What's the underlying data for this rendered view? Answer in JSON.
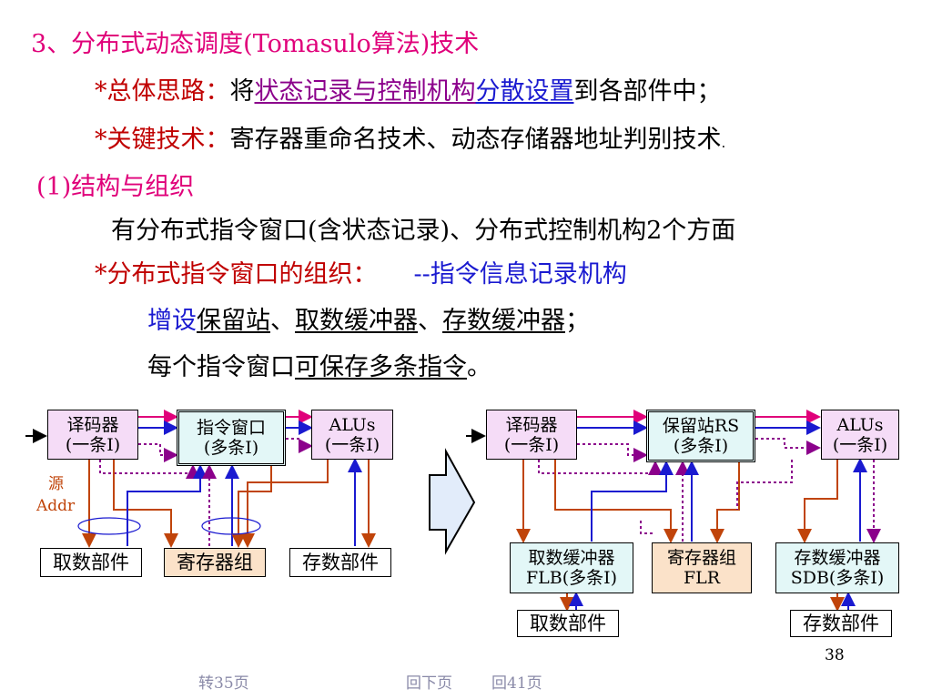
{
  "heading": "3、分布式动态调度(Tomasulo算法)技术",
  "idea": {
    "label": "*总体思路：",
    "pre": "将",
    "link1": "状态记录与控制机构",
    "link2": "分散设置",
    "post": "到各部件中；"
  },
  "key": {
    "label": "*关键技术：",
    "text": "寄存器重命名技术、动态存储器地址判别技术",
    "dot": "."
  },
  "section": "(1)结构与组织",
  "aspects": "有分布式指令窗口(含状态记录)、分布式控制机构2个方面",
  "window_org": {
    "label": "*分布式指令窗口的组织：",
    "desc": "--指令信息记录机构"
  },
  "add_line": {
    "prefix": "增设",
    "item1": "保留站",
    "sep1": "、",
    "item2": "取数缓冲器",
    "sep2": "、",
    "item3": "存数缓冲器",
    "end": "；"
  },
  "multi_line": {
    "pre": "每个指令窗口",
    "ul": "可保存多条指令",
    "end": "。"
  },
  "left_diagram": {
    "decoder": [
      "译码器",
      "(一条I)"
    ],
    "window": [
      "指令窗口",
      "(多条I)"
    ],
    "alus": [
      "ALUs",
      "(一条I)"
    ],
    "source_label": "源",
    "addr_label": "Addr",
    "load_unit": "取数部件",
    "regfile": "寄存器组",
    "store_unit": "存数部件"
  },
  "right_diagram": {
    "decoder": [
      "译码器",
      "(一条I)"
    ],
    "rs": [
      "保留站RS",
      "(多条I)"
    ],
    "alus": [
      "ALUs",
      "(一条I)"
    ],
    "flb": [
      "取数缓冲器",
      "FLB(多条I)"
    ],
    "flr": [
      "寄存器组",
      "FLR"
    ],
    "sdb": [
      "存数缓冲器",
      "SDB(多条I)"
    ],
    "load_unit": "取数部件",
    "store_unit": "存数部件"
  },
  "colors": {
    "pink": "#e0007a",
    "red": "#c00000",
    "blue": "#1a1ad0",
    "purple": "#8b008b"
  },
  "page_number": "38",
  "nav": {
    "back": "转35页",
    "next": "回下页",
    "back41": "回41页"
  }
}
